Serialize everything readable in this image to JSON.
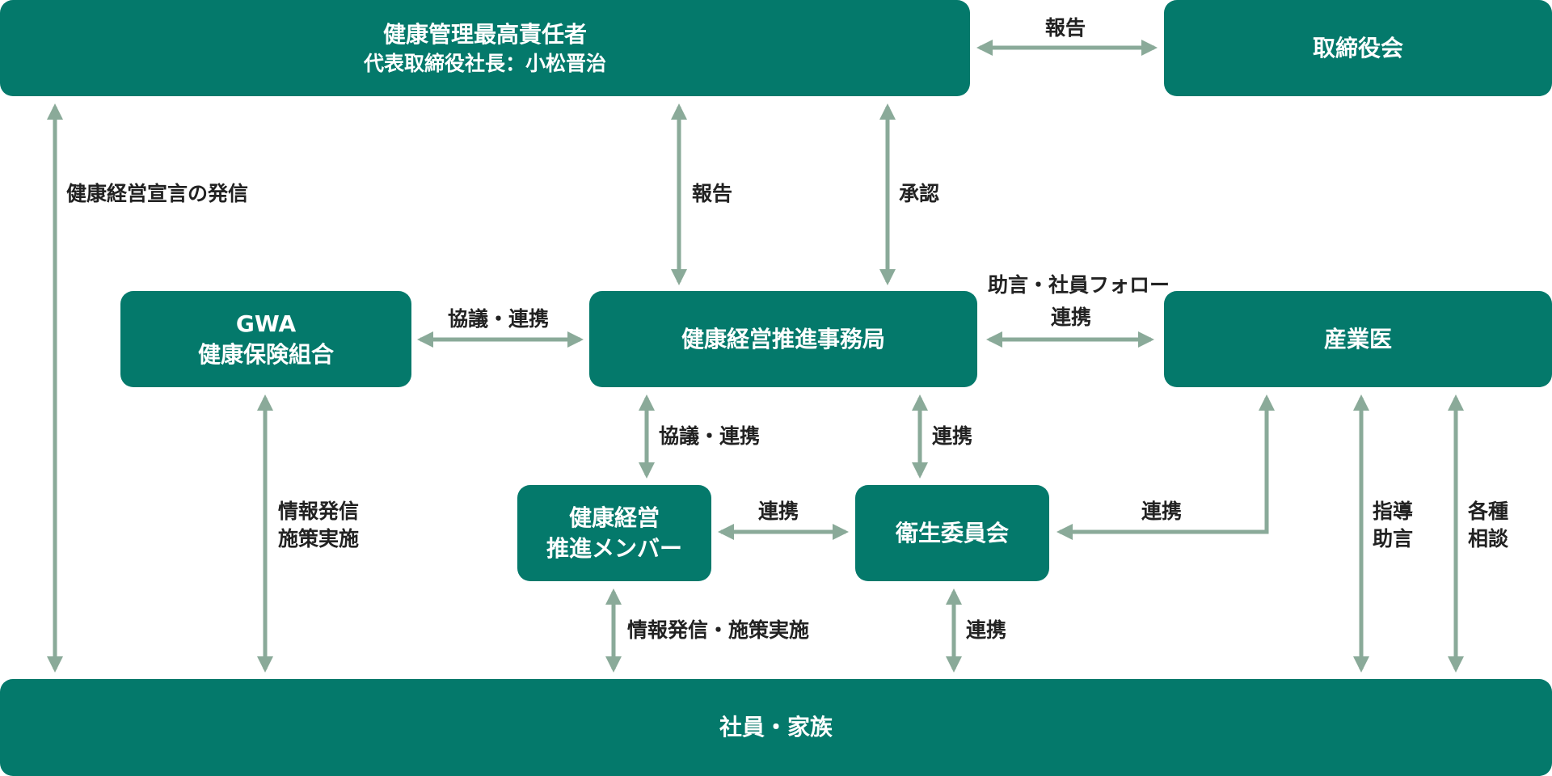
{
  "colors": {
    "box": "#04796b",
    "arrow": "#8aaa99",
    "text": "#222222"
  },
  "boxes": {
    "ceo": {
      "line1": "健康管理最高責任者",
      "line2": "代表取締役社長：小松晋治"
    },
    "board": {
      "label": "取締役会"
    },
    "gwa": {
      "line1": "GWA",
      "line2": "健康保険組合"
    },
    "office": {
      "label": "健康経営推進事務局"
    },
    "doctor": {
      "label": "産業医"
    },
    "members": {
      "line1": "健康経営",
      "line2": "推進メンバー"
    },
    "committee": {
      "label": "衛生委員会"
    },
    "employees": {
      "label": "社員・家族"
    }
  },
  "labels": {
    "ceo_board": "報告",
    "declaration": "健康経営宣言の発信",
    "report": "報告",
    "approval": "承認",
    "gwa_office": "協議・連携",
    "office_doctor_1": "助言・社員フォロー",
    "office_doctor_2": "連携",
    "gwa_employees_1": "情報発信",
    "gwa_employees_2": "施策実施",
    "office_members": "協議・連携",
    "office_committee": "連携",
    "members_committee": "連携",
    "doctor_committee": "連携",
    "guidance_1": "指導",
    "guidance_2": "助言",
    "consult_1": "各種",
    "consult_2": "相談",
    "members_employees": "情報発信・施策実施",
    "committee_employees": "連携"
  }
}
